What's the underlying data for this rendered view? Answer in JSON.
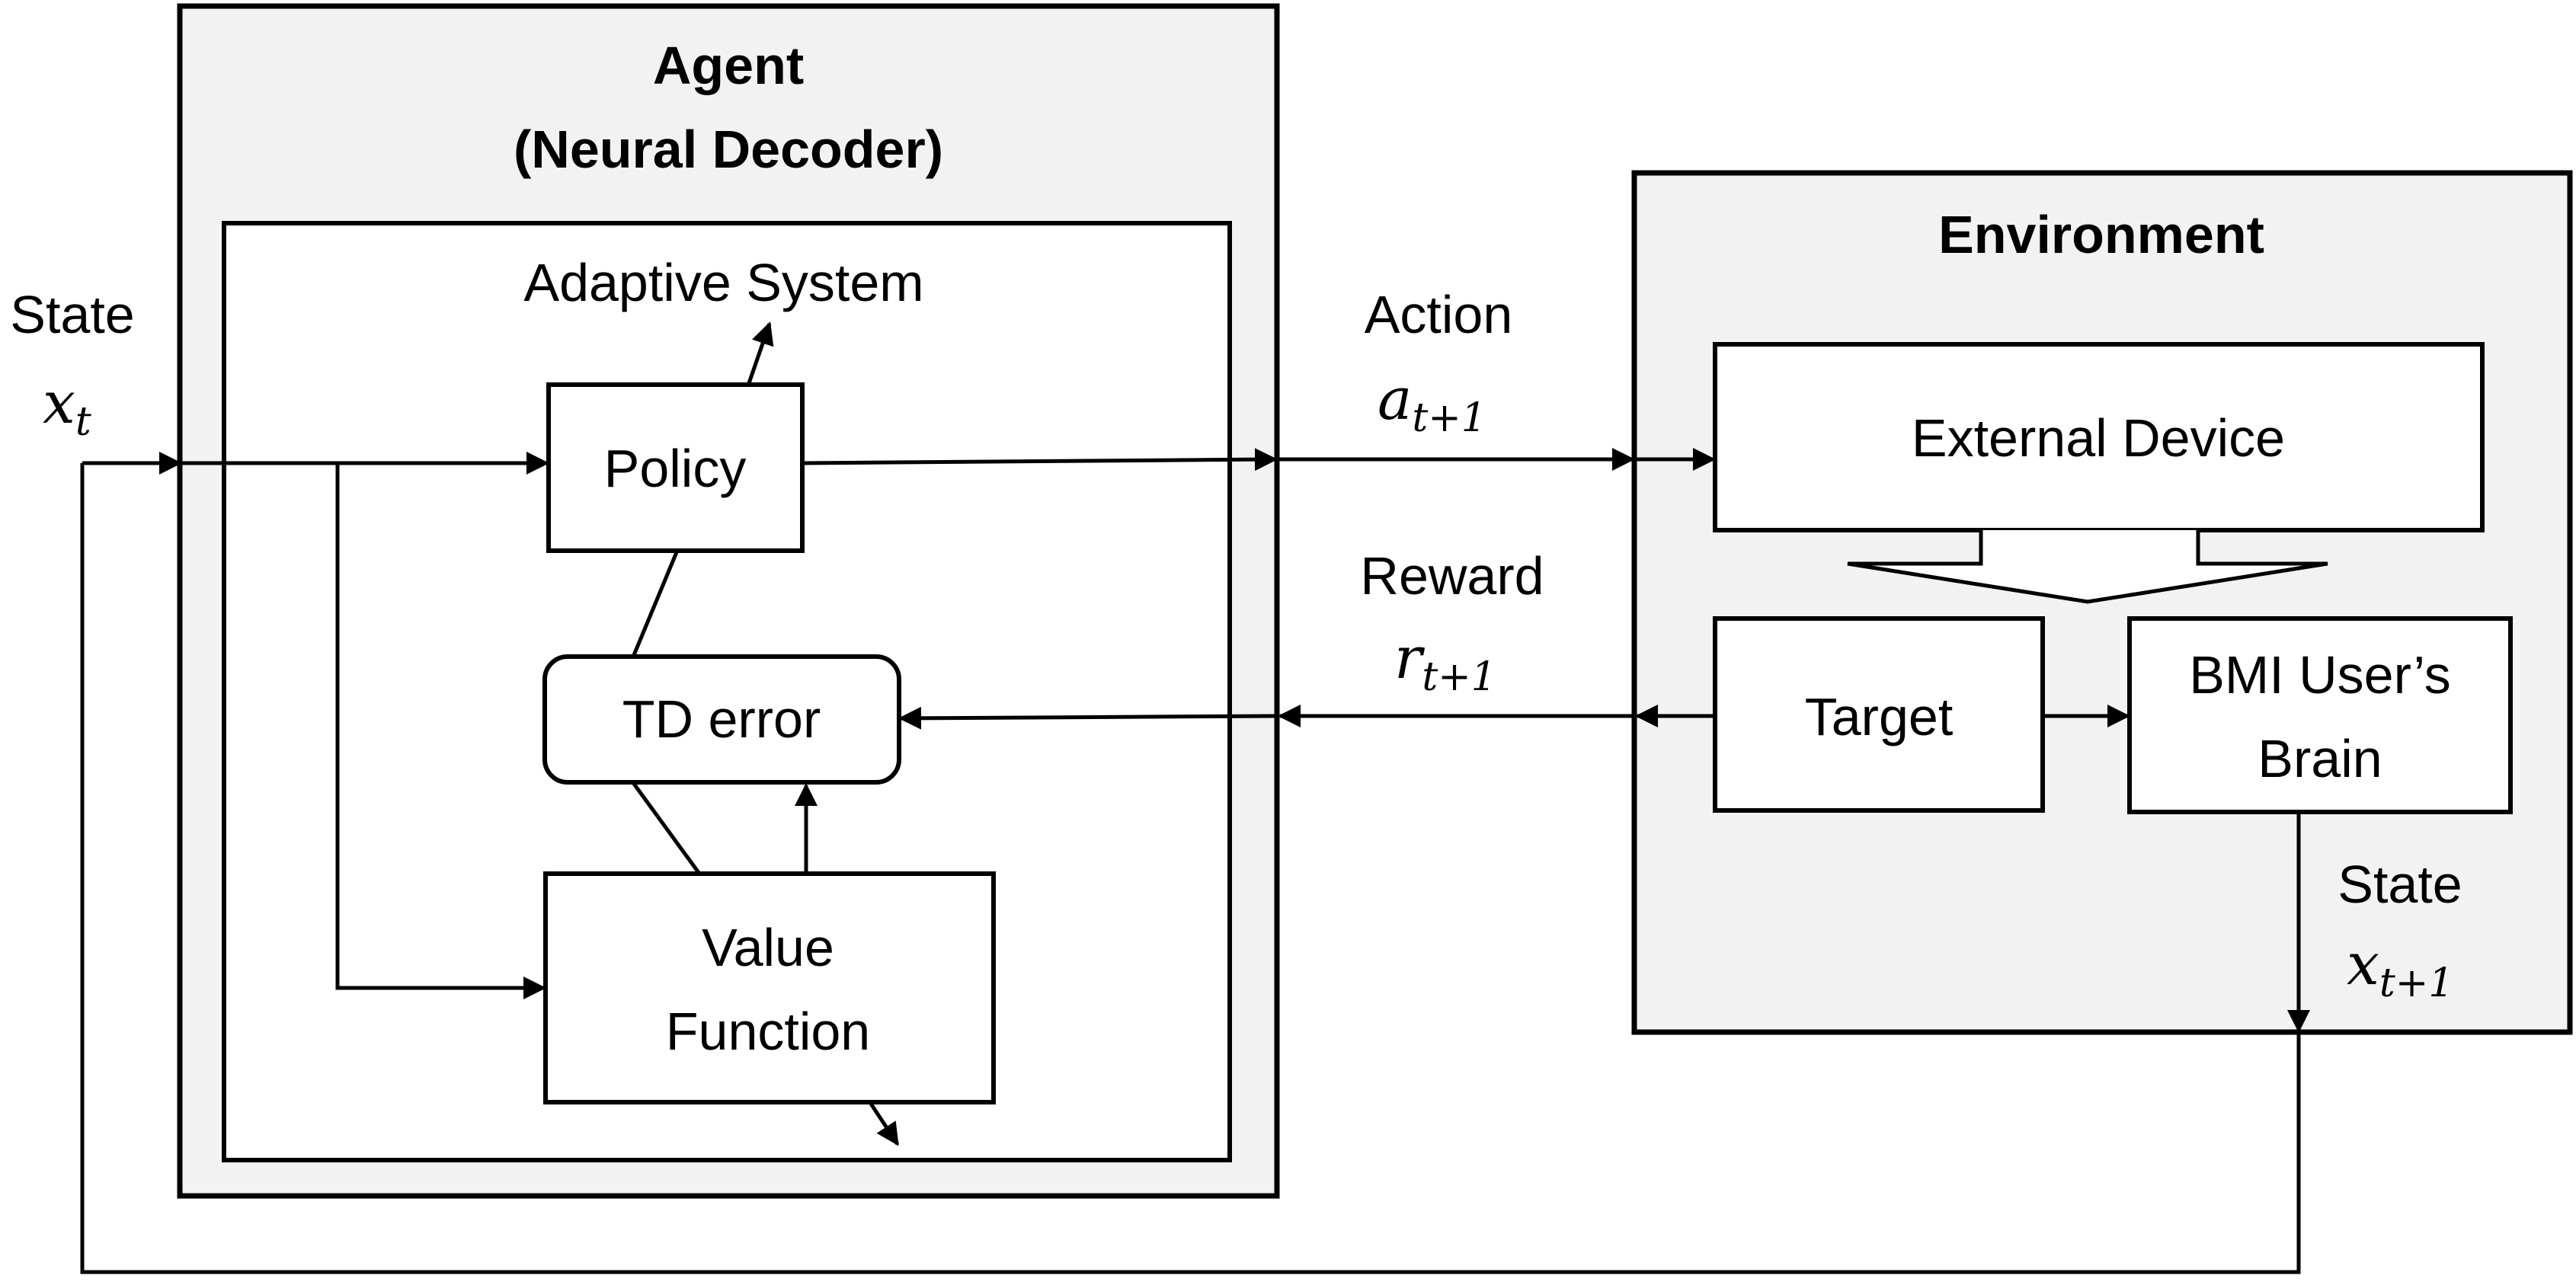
{
  "agent": {
    "title_line1": "Agent",
    "title_line2": "(Neural Decoder)",
    "adaptive_system": "Adaptive System",
    "policy": "Policy",
    "td_error": "TD error",
    "value_function_line1": "Value",
    "value_function_line2": "Function"
  },
  "environment": {
    "title": "Environment",
    "external_device": "External Device",
    "target": "Target",
    "brain_line1": "BMI User’s",
    "brain_line2": "Brain"
  },
  "signals": {
    "state_in_label": "State",
    "state_in_symbol": "x",
    "state_in_sub": "t",
    "action_label": "Action",
    "action_symbol": "a",
    "action_sub": "t+1",
    "reward_label": "Reward",
    "reward_symbol": "r",
    "reward_sub": "t+1",
    "state_out_label": "State",
    "state_out_symbol": "x",
    "state_out_sub": "t+1"
  }
}
